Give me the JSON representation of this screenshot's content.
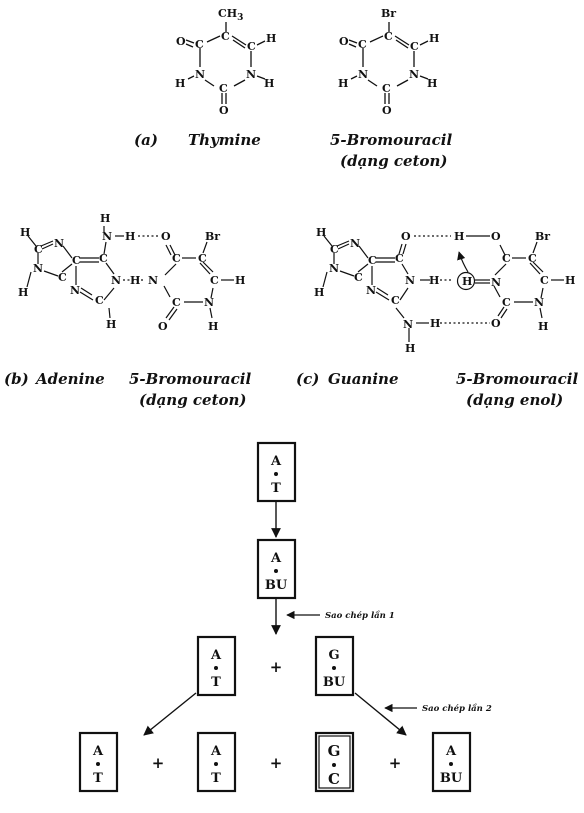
{
  "atoms": {
    "C": "C",
    "N": "N",
    "O": "O",
    "H": "H",
    "Br": "Br",
    "CH3": "CH3",
    "CH3_sub": "3"
  },
  "captions": {
    "a_label": "(a)",
    "thymine": "Thymine",
    "bu_a_name": "5-Bromouracil",
    "bu_a_form": "(dạng ceton)",
    "b_label": "(b)",
    "adenine": "Adenine",
    "bu_b_name": "5-Bromouracil",
    "bu_b_form": "(dạng ceton)",
    "c_label": "(c)",
    "guanine": "Guanine",
    "bu_c_name": "5-Bromouracil",
    "bu_c_form": "(dạng enol)"
  },
  "flow": {
    "box1": [
      "A",
      "T"
    ],
    "box2": [
      "A",
      "BU"
    ],
    "box3": [
      "A",
      "T"
    ],
    "box4": [
      "G",
      "BU"
    ],
    "box5": [
      "A",
      "T"
    ],
    "box6": [
      "A",
      "T"
    ],
    "box7": [
      "G",
      "C"
    ],
    "box8": [
      "A",
      "BU"
    ],
    "plus": "+",
    "rep1": "Sao chép lần 1",
    "rep2": "Sao chép lần 2"
  }
}
